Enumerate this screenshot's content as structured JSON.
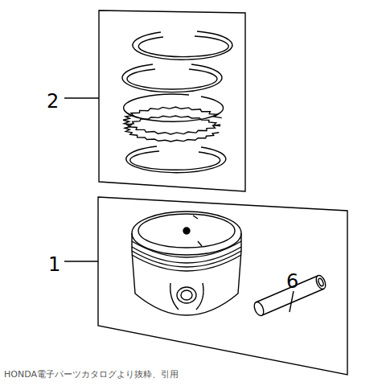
{
  "diagram": {
    "labels": [
      "2",
      "1",
      "6",
      "HONDA電子パーツカタログより抜粋、引用"
    ]
  }
}
